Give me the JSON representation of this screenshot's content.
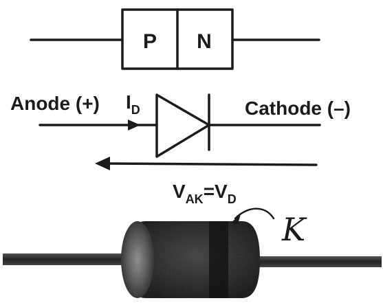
{
  "pn_block": {
    "p_label": "P",
    "n_label": "N"
  },
  "symbol": {
    "anode_label": "Anode (+)",
    "cathode_label": "Cathode (–)",
    "current_label": "I",
    "current_subscript": "D"
  },
  "voltage": {
    "v1": "V",
    "v1_sub": "AK",
    "equals": "=V",
    "v2_sub": "D"
  },
  "photo": {
    "annotation": "K"
  }
}
